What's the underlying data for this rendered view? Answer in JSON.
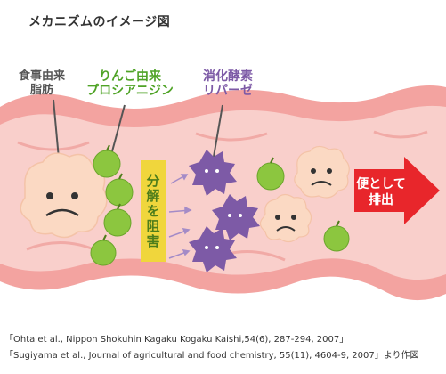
{
  "title": "メカニズムのイメージ図",
  "labels": {
    "fat": [
      "食事由来",
      "脂肪"
    ],
    "apple": [
      "りんご由来",
      "プロシアニジン"
    ],
    "lipase": [
      "消化酵素",
      "リパーゼ"
    ]
  },
  "inhibit_banner": "分解を阻害",
  "excrete": [
    "便として",
    "排出"
  ],
  "citations": [
    "「Ohta et al., Nippon Shokuhin Kagaku Kogaku Kaishi,54(6), 287-294, 2007」",
    "「Sugiyama et al., Journal of agricultural and food chemistry, 55(11), 4604-9, 2007」より作図"
  ],
  "colors": {
    "intestine": "#f3a3a0",
    "intestine_inner": "#f9cfcb",
    "fat": "#fbd9c3",
    "apple": "#8cc63f",
    "lipase": "#7d5aa6",
    "banner": "#f0d63c",
    "arrow": "#e8262b"
  }
}
